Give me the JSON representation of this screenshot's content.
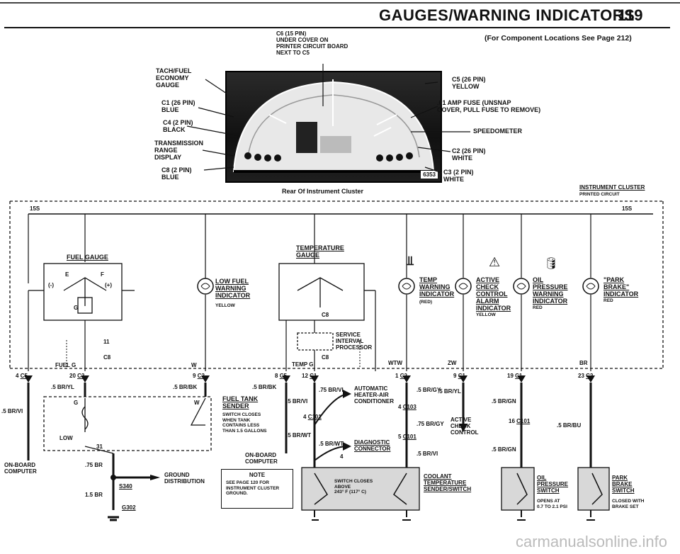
{
  "header": {
    "title": "GAUGES/WARNING INDICATORS",
    "page_number": "119"
  },
  "top": {
    "c6_note": "C6 (15 PIN)\nUNDER COVER ON\nPRINTER CIRCUIT BOARD\nNEXT TO C5",
    "component_locations": "(For Component Locations See Page 212)",
    "photo_caption": "Rear Of Instrument Cluster",
    "photo_number": "6353",
    "left_callouts": [
      "TACH/FUEL\nECONOMY\nGAUGE",
      "C1 (26 PIN)\nBLUE",
      "C4 (2 PIN)\nBLACK",
      "TRANSMISSION\nRANGE\nDISPLAY",
      "C8 (2 PIN)\nBLUE"
    ],
    "right_callouts": [
      "C5 (26 PIN)\nYELLOW",
      ".01 AMP FUSE (UNSNAP\nCOVER, PULL FUSE TO REMOVE)",
      "SPEEDOMETER",
      "C2 (26 PIN)\nWHITE",
      "C3 (2 PIN)\nWHITE"
    ],
    "instrument_cluster": "INSTRUMENT CLUSTER",
    "printed_circuit": "PRINTED CIRCUIT"
  },
  "schematic": {
    "bus_left": "15S",
    "bus_right": "15S",
    "fuel_gauge": "FUEL GAUGE",
    "temp_gauge": "TEMPERATURE\nGAUGE",
    "low_fuel": "LOW FUEL\nWARNING\nINDICATOR",
    "low_fuel_color": "YELLOW",
    "temp_warning": "TEMP\nWARNING\nINDICATOR",
    "temp_warning_color": "(RED)",
    "active_check": "ACTIVE\nCHECK\nCONTROL\nALARM\nINDICATOR",
    "active_check_color": "YELLOW",
    "oil_pressure": "OIL\nPRESSURE\nWARNING\nINDICATOR",
    "oil_pressure_color": "RED",
    "park_brake": "\"PARK\nBRAKE\"\nINDICATOR",
    "park_brake_color": "RED",
    "service_interval": "SERVICE\nINTERVAL\nPROCESSOR",
    "gauge_pins": [
      "E",
      "F",
      "(+)",
      "(-)",
      "G",
      "11",
      "C8",
      "FUEL G",
      "W",
      "TEMP G",
      "WTW",
      "ZW",
      "BR",
      "C8",
      "C8"
    ],
    "connectors": [
      {
        "pin": "4",
        "conn": "C5"
      },
      {
        "pin": "20",
        "conn": "C2"
      },
      {
        "pin": "9",
        "conn": "C2"
      },
      {
        "pin": "8",
        "conn": "C5"
      },
      {
        "pin": "12",
        "conn": "C1"
      },
      {
        "pin": "1",
        "conn": "C2"
      },
      {
        "pin": "9",
        "conn": "C1"
      },
      {
        "pin": "19",
        "conn": "C1"
      },
      {
        "pin": "23",
        "conn": "C2"
      }
    ],
    "wires": [
      ".5 BR/YL",
      ".5 BR/VI",
      ".5 BR/BK",
      ".5 BR/BK",
      ".5 BR/VI",
      ".75 BR/VI",
      ".5 BR/WT",
      ".5 BR/GY",
      ".5 BR/YL",
      ".75 BR/GY",
      ".5 BR/VI",
      ".5 BR/GN",
      ".5 BR/GN",
      ".5 BR/BU",
      ".75 BR",
      "1.5 BR",
      ".5 BR/WT"
    ],
    "fuel_tank_sender": "FUEL TANK\nSENDER",
    "fuel_tank_note": "SWITCH CLOSES\nWHEN TANK\nCONTAINS LESS\nTHAN 1.5 GALLONS",
    "sender_pins": [
      "G",
      "W",
      "31",
      "LOW"
    ],
    "on_board_left": "ON-BOARD\nCOMPUTER",
    "on_board_mid": "ON-BOARD\nCOMPUTER",
    "automatic_heater": "AUTOMATIC\nHEATER-AIR\nCONDITIONER",
    "diag_connector": "DIAGNOSTIC\nCONNECTOR",
    "diag_pin": "4",
    "active_check_control": "ACTIVE\nCHECK\nCONTROL",
    "inline_connectors": [
      {
        "pin": "4",
        "conn": "C101"
      },
      {
        "pin": "4",
        "conn": "C103"
      },
      {
        "pin": "5",
        "conn": "C101"
      },
      {
        "pin": "16",
        "conn": "C101"
      }
    ],
    "ground": "GROUND\nDISTRIBUTION",
    "splice": "S340",
    "ground_g": "G302",
    "note_title": "NOTE",
    "note_body": "SEE PAGE 120 FOR\nINSTRUMENT CLUSTER\nGROUND.",
    "switch_closes": "SWITCH CLOSES\nABOVE\n243° F (117° C)",
    "coolant": "COOLANT\nTEMPERATURE\nSENDER/SWITCH",
    "oil_switch": "OIL\nPRESSURE\nSWITCH",
    "oil_switch_note": "OPENS AT\n0.7 TO 2.1 PSI",
    "park_switch": "PARK\nBRAKE\nSWITCH",
    "park_switch_note": "CLOSED WITH\nBRAKE SET"
  },
  "watermark": "carmanualsonline.info"
}
